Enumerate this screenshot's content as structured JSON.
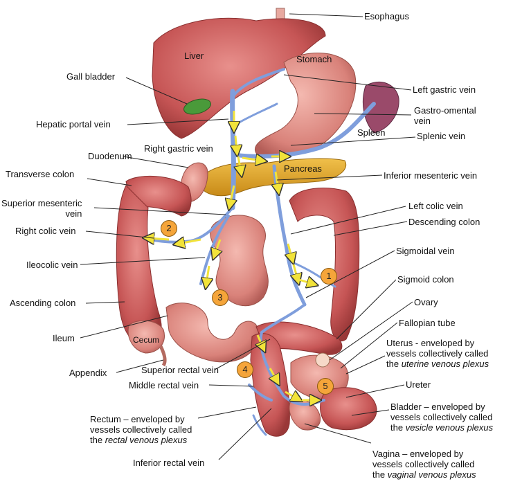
{
  "labels": {
    "esophagus": "Esophagus",
    "liver": "Liver",
    "stomach": "Stomach",
    "gall_bladder": "Gall bladder",
    "left_gastric_vein": "Left gastric vein",
    "gastro_omental_vein_1": "Gastro-omental",
    "gastro_omental_vein_2": "vein",
    "hepatic_portal_vein": "Hepatic portal vein",
    "spleen": "Spleen",
    "right_gastric_vein": "Right gastric vein",
    "splenic_vein": "Splenic  vein",
    "duodenum": "Duodenum",
    "pancreas": "Pancreas",
    "transverse_colon": "Transverse colon",
    "inferior_mesenteric_vein": "Inferior mesenteric  vein",
    "superior_mesenteric_vein_1": "Superior mesenteric",
    "superior_mesenteric_vein_2": "vein",
    "left_colic_vein": "Left colic vein",
    "right_colic_vein": "Right colic vein",
    "descending_colon": "Descending colon",
    "sigmoidal_vein": "Sigmoidal vein",
    "ileocolic_vein": "Ileocolic vein",
    "sigmoid_colon": "Sigmoid colon",
    "ascending_colon": "Ascending colon",
    "ovary": "Ovary",
    "fallopian_tube": "Fallopian tube",
    "ileum": "Ileum",
    "cecum": "Cecum",
    "uterus_1": "Uterus - enveloped by",
    "uterus_2": "vessels collectively called",
    "uterus_3a": "the ",
    "uterus_3b": "uterine venous plexus",
    "appendix": "Appendix",
    "superior_rectal_vein": "Superior rectal vein",
    "middle_rectal_vein": "Middle rectal vein",
    "ureter": "Ureter",
    "rectum_1": "Rectum – enveloped by",
    "rectum_2": "vessels collectively called",
    "rectum_3a": "the  ",
    "rectum_3b": "rectal venous plexus",
    "bladder_1": "Bladder – enveloped by",
    "bladder_2": "vessels collectively called",
    "bladder_3a": "the ",
    "bladder_3b": "vesicle venous plexus",
    "inferior_rectal_vein": "Inferior rectal vein",
    "vagina_1": "Vagina – enveloped by",
    "vagina_2": "vessels collectively called",
    "vagina_3a": "the ",
    "vagina_3b": "vaginal venous plexus"
  },
  "badges": [
    "1",
    "2",
    "3",
    "4",
    "5"
  ],
  "colors": {
    "organ_red": "#c85a5a",
    "vein_blue": "#7f9edc",
    "arrow_yellow": "#f2e33a",
    "badge_orange": "#f5a53a",
    "pancreas": "#e0a830",
    "gallbladder": "#4a9a3a",
    "spleen": "#9a4a6a"
  }
}
